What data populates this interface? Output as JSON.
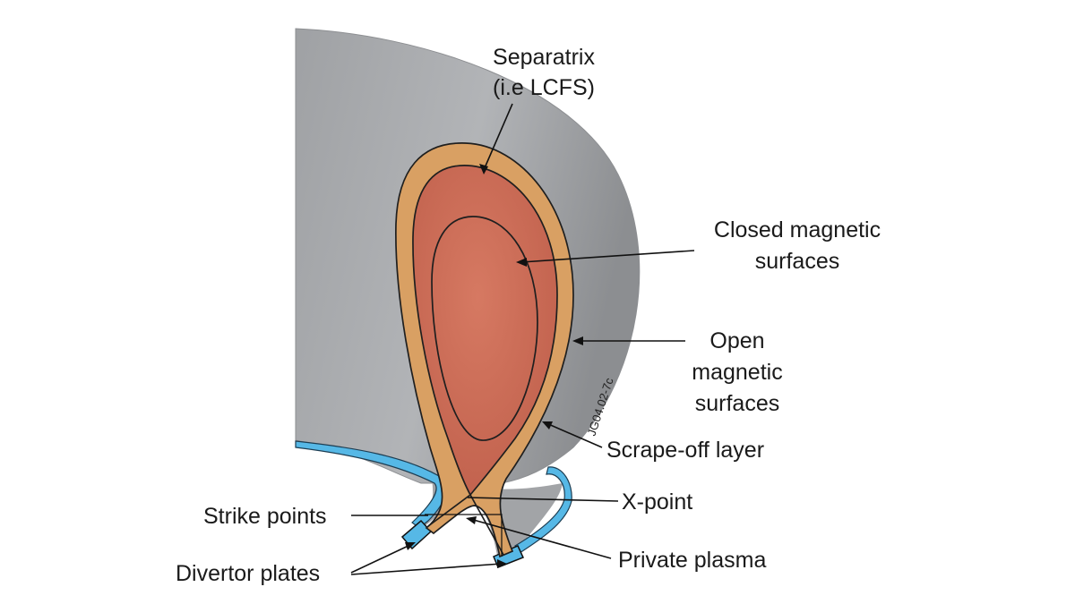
{
  "labels": {
    "separatrix_line1": "Separatrix",
    "separatrix_line2": "(i.e LCFS)",
    "closed_line1": "Closed magnetic",
    "closed_line2": "surfaces",
    "open_line1": "Open",
    "open_line2": "magnetic",
    "open_line3": "surfaces",
    "scrape_off": "Scrape-off layer",
    "x_point": "X-point",
    "strike_points": "Strike points",
    "divertor_plates": "Divertor plates",
    "private_plasma": "Private plasma"
  },
  "figure_code": "JG04.02-7c",
  "colors": {
    "vessel": "#a9abae",
    "vessel_edge": "#8d8f92",
    "scrape_off_layer": "#d9a063",
    "core_plasma": "#cc6a55",
    "divertor_plate": "#56b8e6",
    "leader_line": "#111111"
  }
}
